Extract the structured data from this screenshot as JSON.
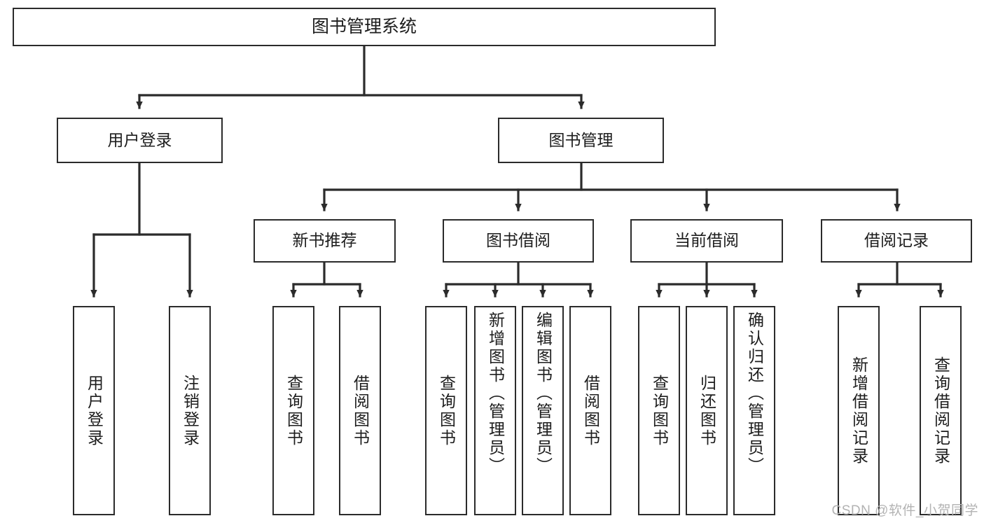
{
  "diagram": {
    "type": "hierarchy-tree",
    "title": "图书管理系统",
    "levels": 4,
    "colors": {
      "box_border": "#2b2b2b",
      "box_fill": "#ffffff",
      "connector": "#2b2b2b",
      "text": "#1d1d1d",
      "watermark": "#b3b3b3",
      "background": "#ffffff"
    },
    "root": {
      "label": "图书管理系统"
    },
    "level2": [
      {
        "label": "用户登录"
      },
      {
        "label": "图书管理"
      }
    ],
    "level3": [
      {
        "label": "新书推荐"
      },
      {
        "label": "图书借阅"
      },
      {
        "label": "当前借阅"
      },
      {
        "label": "借阅记录"
      }
    ],
    "leaves": {
      "user_login": [
        {
          "label": "用户登录"
        },
        {
          "label": "注销登录"
        }
      ],
      "new_book_recommend": [
        {
          "label": "查询图书"
        },
        {
          "label": "借阅图书"
        }
      ],
      "book_borrow": [
        {
          "label": "查询图书"
        },
        {
          "label": "新增图书（管理员）"
        },
        {
          "label": "编辑图书（管理员）"
        },
        {
          "label": "借阅图书"
        }
      ],
      "current_borrow": [
        {
          "label": "查询图书"
        },
        {
          "label": "归还图书"
        },
        {
          "label": "确认归还（管理员）"
        }
      ],
      "borrow_record": [
        {
          "label": "新增借阅记录"
        },
        {
          "label": "查询借阅记录"
        }
      ]
    }
  },
  "watermark": {
    "text": "CSDN @软件_小贺同学"
  }
}
